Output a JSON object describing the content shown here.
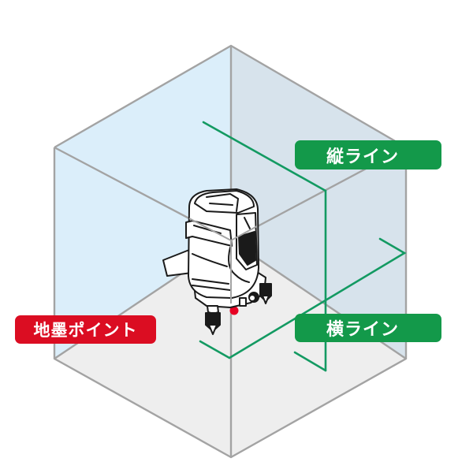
{
  "diagram": {
    "title": "",
    "labels": {
      "vertical_line": "縦ライン",
      "horizontal_line": "横ライン",
      "ground_point": "地墨ポイント"
    },
    "icons": {
      "device": "laser-level-icon",
      "ground_dot": "red-laser-dot-icon"
    },
    "colors": {
      "left_wall": "#dbeefa",
      "right_wall": "#d7e3ec",
      "floor": "#eeeeee",
      "cube_edge": "#a3a3a3",
      "laser_green": "#139a62",
      "label_green": "#13994a",
      "label_red": "#db0d22",
      "laser_dot": "#e60023"
    }
  }
}
